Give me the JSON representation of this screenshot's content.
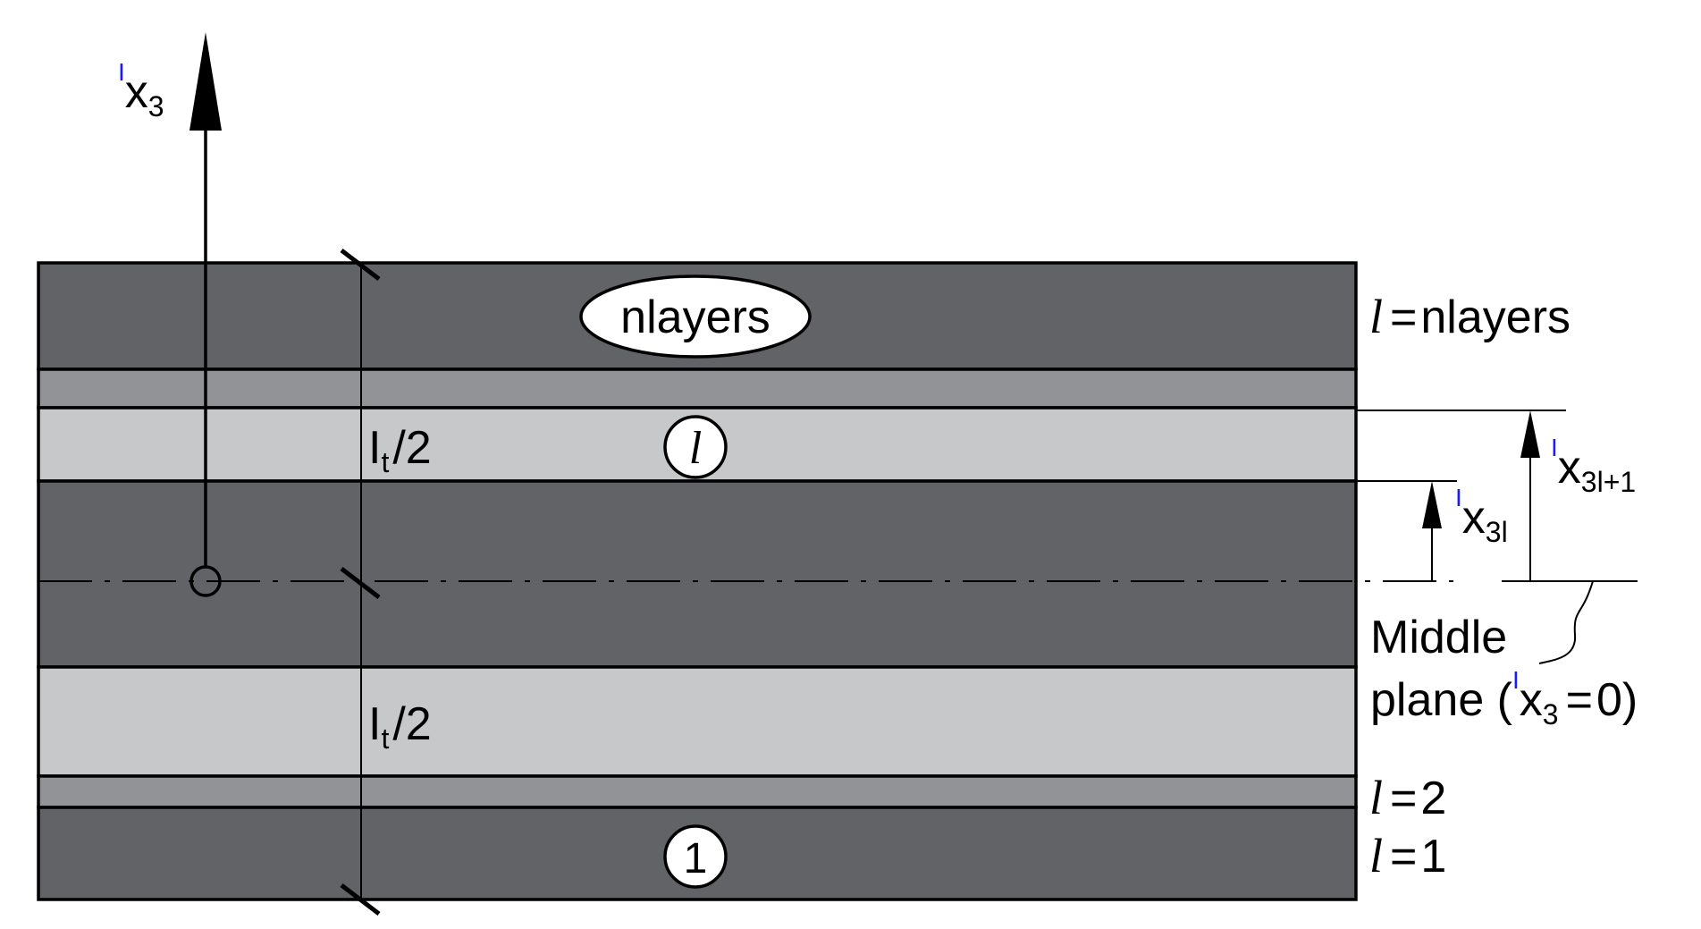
{
  "axis": {
    "prefix": "I",
    "symbol": "x",
    "subscript": "3"
  },
  "layers": {
    "top_badge": "nlayers",
    "mid_badge": "l",
    "bottom_badge": "1"
  },
  "thickness": {
    "upper": {
      "base": "I",
      "sub": "t",
      "tail": "/2"
    },
    "lower": {
      "base": "I",
      "sub": "t",
      "tail": "/2"
    }
  },
  "right_labels": {
    "top": {
      "var": "l",
      "eq": "=",
      "val": "nlayers"
    },
    "l2": {
      "var": "l",
      "eq": "=",
      "val": "2"
    },
    "l1": {
      "var": "l",
      "eq": "=",
      "val": "1"
    }
  },
  "dims": {
    "upper": {
      "prefix": "I",
      "symbol": "x",
      "subscript": "3l+1"
    },
    "lower": {
      "prefix": "I",
      "symbol": "x",
      "subscript": "3l"
    }
  },
  "middle_plane": {
    "line1": "Middle",
    "line2_pre": "plane (",
    "prefix": "I",
    "symbol": "x",
    "subscript": "3",
    "equals": "=",
    "value": "0)"
  },
  "colors": {
    "dark_layer": "#626366",
    "medium_layer": "#929396",
    "light_layer": "#c7c8ca",
    "line": "#000000",
    "index_accent": "#1a1aff"
  }
}
